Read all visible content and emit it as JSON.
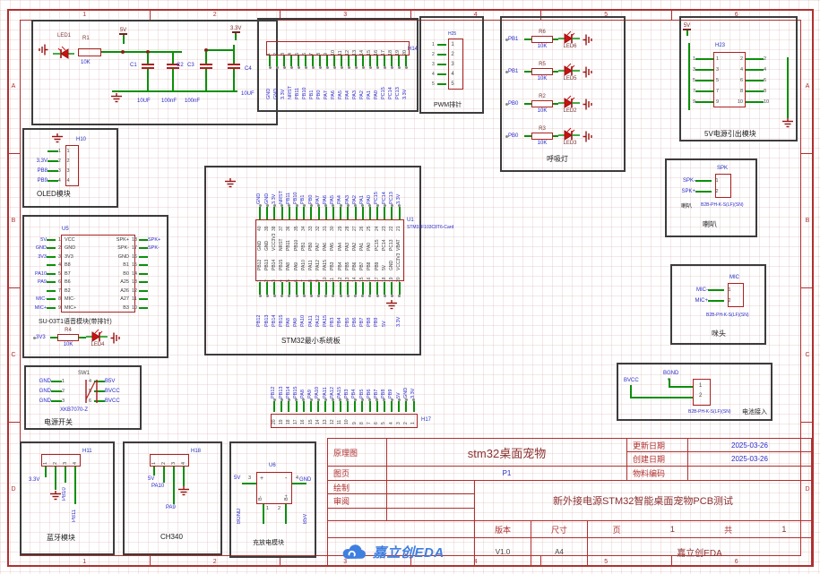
{
  "frame": {
    "cols": [
      "1",
      "2",
      "3",
      "4",
      "5",
      "6"
    ],
    "rows": [
      "A",
      "B",
      "C",
      "D"
    ]
  },
  "blocks": {
    "power": {
      "led": "LED1",
      "r": "R1",
      "rv": "10K",
      "v5": "5V",
      "v33": "3.3V",
      "c1": "C1",
      "c1v": "10UF",
      "c2": "C2",
      "c2v": "100nF",
      "c3": "C3",
      "c3v": "100nF",
      "c4": "C4",
      "c4v": "10UF"
    },
    "h14": {
      "des": "H14",
      "pins": [
        {
          "n": "1",
          "net": "GND"
        },
        {
          "n": "2",
          "net": "GND"
        },
        {
          "n": "3",
          "net": "3.3V"
        },
        {
          "n": "4",
          "net": "NRST"
        },
        {
          "n": "5",
          "net": "PB11"
        },
        {
          "n": "6",
          "net": "PB10"
        },
        {
          "n": "7",
          "net": "PB1"
        },
        {
          "n": "8",
          "net": "PB0"
        },
        {
          "n": "9",
          "net": "PA7"
        },
        {
          "n": "10",
          "net": "PA6"
        },
        {
          "n": "11",
          "net": "PA5"
        },
        {
          "n": "12",
          "net": "PA4"
        },
        {
          "n": "13",
          "net": "PA3"
        },
        {
          "n": "14",
          "net": "PA2"
        },
        {
          "n": "15",
          "net": "PA1"
        },
        {
          "n": "16",
          "net": "PA0"
        },
        {
          "n": "17",
          "net": "PC15"
        },
        {
          "n": "18",
          "net": "PC14"
        },
        {
          "n": "19",
          "net": "PC13"
        },
        {
          "n": "20",
          "net": "3.3V"
        }
      ]
    },
    "pwm": {
      "des": "H25",
      "label": "PWM排针",
      "pins": [
        "1",
        "2",
        "3",
        "4",
        "5"
      ]
    },
    "breath": {
      "label": "呼吸灯",
      "rows": [
        {
          "net": "PB1",
          "r": "R6",
          "rv": "10K",
          "led": "LED6"
        },
        {
          "net": "PB1",
          "r": "R5",
          "rv": "10K",
          "led": "LED5"
        },
        {
          "net": "PB0",
          "r": "R2",
          "rv": "10K",
          "led": "LED2"
        },
        {
          "net": "PB0",
          "r": "R3",
          "rv": "10K",
          "led": "LED3"
        }
      ]
    },
    "h23": {
      "des": "H23",
      "v5": "5V",
      "label": "5V电源引出模块",
      "rows": [
        {
          "l": "1",
          "r": "2"
        },
        {
          "l": "3",
          "r": "4"
        },
        {
          "l": "5",
          "r": "6"
        },
        {
          "l": "7",
          "r": "8"
        },
        {
          "l": "9",
          "r": "10"
        }
      ]
    },
    "oled": {
      "des": "H10",
      "label": "OLED模块",
      "rows": [
        {
          "n": "1",
          "net": ""
        },
        {
          "n": "2",
          "net": "3.3V"
        },
        {
          "n": "3",
          "net": "PB8"
        },
        {
          "n": "4",
          "net": "PB9"
        }
      ]
    },
    "voice": {
      "des": "U5",
      "label": "SU-03T1语音模块(带排针)",
      "left": [
        {
          "net": "5V",
          "n": "1",
          "pin": "VCC"
        },
        {
          "net": "GND",
          "n": "2",
          "pin": "GND"
        },
        {
          "net": "3V3",
          "n": "3",
          "pin": "3V3"
        },
        {
          "net": "",
          "n": "4",
          "pin": "B8"
        },
        {
          "net": "PA10",
          "n": "5",
          "pin": "B7"
        },
        {
          "net": "PA9",
          "n": "6",
          "pin": "B6"
        },
        {
          "net": "",
          "n": "7",
          "pin": "B2"
        },
        {
          "net": "MIC-",
          "n": "8",
          "pin": "MIC-"
        },
        {
          "net": "MIC+",
          "n": "9",
          "pin": "MIC+"
        }
      ],
      "right": [
        {
          "pin": "SPK+",
          "n": "18",
          "net": "SPK+"
        },
        {
          "pin": "SPK-",
          "n": "17",
          "net": "SPK-"
        },
        {
          "pin": "GND",
          "n": "16",
          "net": ""
        },
        {
          "pin": "B1",
          "n": "15",
          "net": ""
        },
        {
          "pin": "B0",
          "n": "14",
          "net": ""
        },
        {
          "pin": "A25",
          "n": "13",
          "net": ""
        },
        {
          "pin": "A26",
          "n": "12",
          "net": ""
        },
        {
          "pin": "A27",
          "n": "11",
          "net": ""
        },
        {
          "pin": "B3",
          "n": "10",
          "net": ""
        }
      ],
      "led_net": "3V3",
      "led_r": "R4",
      "led_rv": "10K",
      "led": "LED4"
    },
    "stm32": {
      "des": "U1",
      "part": "STM32F103C8T6-Card",
      "label": "STM32最小系统板",
      "top": [
        {
          "net": "GND",
          "n": "40",
          "pin": "GND"
        },
        {
          "net": "GND",
          "n": "39",
          "pin": "GND"
        },
        {
          "net": "3.3V",
          "n": "38",
          "pin": "VCC3V3"
        },
        {
          "net": "NRST",
          "n": "37",
          "pin": "NRST"
        },
        {
          "net": "PB11",
          "n": "36",
          "pin": "PB11"
        },
        {
          "net": "PB10",
          "n": "35",
          "pin": "PB10"
        },
        {
          "net": "PB1",
          "n": "34",
          "pin": "PB1"
        },
        {
          "net": "PB0",
          "n": "33",
          "pin": "PB0"
        },
        {
          "net": "PA7",
          "n": "32",
          "pin": "PA7"
        },
        {
          "net": "PA6",
          "n": "31",
          "pin": "PA6"
        },
        {
          "net": "PA5",
          "n": "30",
          "pin": "PA5"
        },
        {
          "net": "PA4",
          "n": "29",
          "pin": "PA4"
        },
        {
          "net": "PA3",
          "n": "28",
          "pin": "PA3"
        },
        {
          "net": "PA2",
          "n": "27",
          "pin": "PA2"
        },
        {
          "net": "PA1",
          "n": "26",
          "pin": "PA1"
        },
        {
          "net": "PA0",
          "n": "25",
          "pin": "PA0"
        },
        {
          "net": "PC15",
          "n": "24",
          "pin": "PC15"
        },
        {
          "net": "PC14",
          "n": "23",
          "pin": "PC14"
        },
        {
          "net": "PC13",
          "n": "22",
          "pin": "PC13"
        },
        {
          "net": "3.3V",
          "n": "21",
          "pin": "VBAT"
        }
      ],
      "bottom": [
        {
          "pin": "PB12",
          "n": "1",
          "net": "PB12"
        },
        {
          "pin": "PB13",
          "n": "2",
          "net": "PB13"
        },
        {
          "pin": "PB14",
          "n": "3",
          "net": "PB14"
        },
        {
          "pin": "PB15",
          "n": "4",
          "net": "PB15"
        },
        {
          "pin": "PA8",
          "n": "5",
          "net": "PA8"
        },
        {
          "pin": "PA9",
          "n": "6",
          "net": "PA9"
        },
        {
          "pin": "PA10",
          "n": "7",
          "net": "PA10"
        },
        {
          "pin": "PA11",
          "n": "8",
          "net": "PA11"
        },
        {
          "pin": "PA12",
          "n": "9",
          "net": "PA12"
        },
        {
          "pin": "PA15",
          "n": "10",
          "net": "PA15"
        },
        {
          "pin": "PB3",
          "n": "11",
          "net": "PB3"
        },
        {
          "pin": "PB4",
          "n": "12",
          "net": "PB4"
        },
        {
          "pin": "PB5",
          "n": "13",
          "net": "PB5"
        },
        {
          "pin": "PB6",
          "n": "14",
          "net": "PB6"
        },
        {
          "pin": "PB7",
          "n": "15",
          "net": "PB7"
        },
        {
          "pin": "PB8",
          "n": "16",
          "net": "PB8"
        },
        {
          "pin": "PB9",
          "n": "17",
          "net": "PB9"
        },
        {
          "pin": "5V",
          "n": "18",
          "net": "5V"
        },
        {
          "pin": "GND",
          "n": "19",
          "net": ""
        },
        {
          "pin": "VCC3V3",
          "n": "20",
          "net": "3.3V"
        }
      ]
    },
    "spk": {
      "des": "SPK",
      "name": "喇叭",
      "part": "B2B-PH-K-S(LF)(SN)",
      "label": "喇叭",
      "rows": [
        {
          "net": "SPK-",
          "n": "1"
        },
        {
          "net": "SPK+",
          "n": "2"
        }
      ]
    },
    "mic": {
      "des": "MIC",
      "part": "B2B-PH-K-S(LF)(SN)",
      "label": "咪头",
      "rows": [
        {
          "net": "MIC-",
          "n": "1"
        },
        {
          "net": "MIC+",
          "n": "2"
        }
      ]
    },
    "sw": {
      "des": "SW1",
      "part": "XKB7070-Z",
      "label": "电源开关",
      "rows": [
        {
          "ln": "GND",
          "li": "1",
          "ri": "4",
          "rn": "B5V"
        },
        {
          "ln": "GND",
          "li": "2",
          "ri": "5",
          "rn": "BVCC"
        },
        {
          "ln": "GND",
          "li": "3",
          "ri": "6",
          "rn": "BVCC"
        }
      ]
    },
    "h17": {
      "des": "H17",
      "pins": [
        {
          "net": "PB12",
          "n": "20"
        },
        {
          "net": "PB13",
          "n": "19"
        },
        {
          "net": "PB14",
          "n": "18"
        },
        {
          "net": "PB15",
          "n": "17"
        },
        {
          "net": "PA8",
          "n": "16"
        },
        {
          "net": "PA9",
          "n": "15"
        },
        {
          "net": "PA10",
          "n": "14"
        },
        {
          "net": "PA11",
          "n": "13"
        },
        {
          "net": "PA12",
          "n": "12"
        },
        {
          "net": "PA15",
          "n": "11"
        },
        {
          "net": "PB3",
          "n": "10"
        },
        {
          "net": "PB4",
          "n": "9"
        },
        {
          "net": "PB5",
          "n": "8"
        },
        {
          "net": "PB6",
          "n": "7"
        },
        {
          "net": "PB7",
          "n": "6"
        },
        {
          "net": "PB8",
          "n": "5"
        },
        {
          "net": "PB9",
          "n": "4"
        },
        {
          "net": "5V",
          "n": "3"
        },
        {
          "net": "GND",
          "n": "2"
        },
        {
          "net": "3.3V",
          "n": "1"
        }
      ]
    },
    "battery": {
      "label": "电池接入",
      "part": "B2B-PH-K-S(LF)(SN)",
      "bgnd": "BGND",
      "bvcc": "BVCC",
      "p1": "1",
      "p2": "2"
    },
    "bt": {
      "des": "H11",
      "label": "蓝牙模块",
      "pins": [
        "1",
        "2",
        "3",
        "4"
      ],
      "v33": "3.3V",
      "n3": "PB10",
      "n4": "PB11"
    },
    "ch340": {
      "des": "H18",
      "label": "CH340",
      "pins": [
        "1",
        "2",
        "3",
        "4"
      ],
      "v5": "5V",
      "n2": "PA10",
      "n3": "PA9"
    },
    "charge": {
      "des": "U6",
      "label": "充放电模块",
      "v5": "5V",
      "gnd": "GND",
      "bgnd": "BGND",
      "b5v": "B5V",
      "p1": "1",
      "p2": "2",
      "p3": "3",
      "p4": "4",
      "plus": "+",
      "minus": "-",
      "bminus": "B-",
      "bplus": "B+"
    }
  },
  "titleblock": {
    "schematic_label": "原理图",
    "title": "stm32桌面宠物",
    "updated_label": "更新日期",
    "updated": "2025-03-26",
    "created_label": "创建日期",
    "created": "2025-03-26",
    "sheet_label": "图页",
    "sheet": "P1",
    "material_label": "物料编码",
    "drawn_label": "绘制",
    "reviewed_label": "审阅",
    "project": "新外接电源STM32智能桌面宠物PCB测试",
    "version_label": "版本",
    "version": "V1.0",
    "size_label": "尺寸",
    "size": "A4",
    "page_label": "页",
    "page": "1",
    "of_label": "共",
    "total": "1",
    "logo_text": "嘉立创EDA",
    "brand": "嘉立创EDA"
  }
}
